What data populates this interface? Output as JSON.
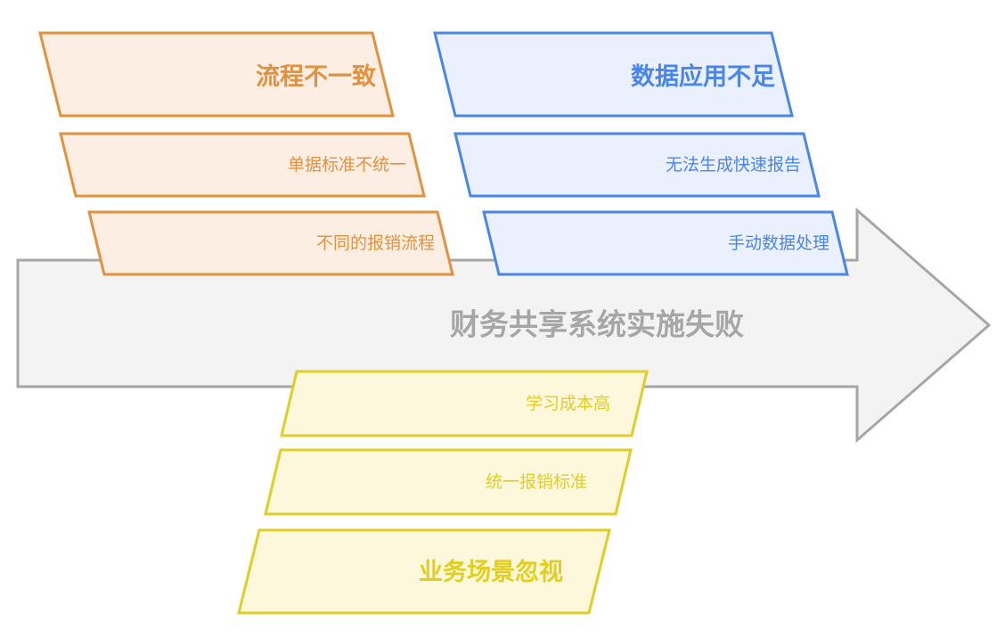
{
  "diagram": {
    "type": "fishbone-arrow",
    "title": "财务共享系统实施失败",
    "colors": {
      "orange_stroke": "#E2913F",
      "orange_fill": "#FDEEE3",
      "blue_stroke": "#4A86E8",
      "blue_fill": "#EAF0FD",
      "yellow_stroke": "#E0CE26",
      "yellow_fill": "#FDF8DC",
      "arrow_stroke": "#A6A6A6",
      "arrow_fill": "#F3F3F3",
      "arrow_text": "#A6A6A6",
      "background": "#FFFFFF"
    },
    "arrow": {
      "label": "财务共享系统实施失败",
      "direction": "right"
    },
    "branches": [
      {
        "id": "process-inconsistency",
        "name": "流程不一致",
        "color": "orange",
        "position": "top-left",
        "heading": "流程不一致",
        "items": [
          {
            "label": "单据标准不统一"
          },
          {
            "label": "不同的报销流程"
          }
        ]
      },
      {
        "id": "data-application-insufficient",
        "name": "数据应用不足",
        "color": "blue",
        "position": "top-right",
        "heading": "数据应用不足",
        "items": [
          {
            "label": "无法生成快速报告"
          },
          {
            "label": "手动数据处理"
          }
        ]
      },
      {
        "id": "business-scenario-ignored",
        "name": "业务场景忽视",
        "color": "yellow",
        "position": "bottom-center",
        "heading": "业务场景忽视",
        "items": [
          {
            "label": "学习成本高"
          },
          {
            "label": "统一报销标准"
          }
        ]
      }
    ]
  }
}
